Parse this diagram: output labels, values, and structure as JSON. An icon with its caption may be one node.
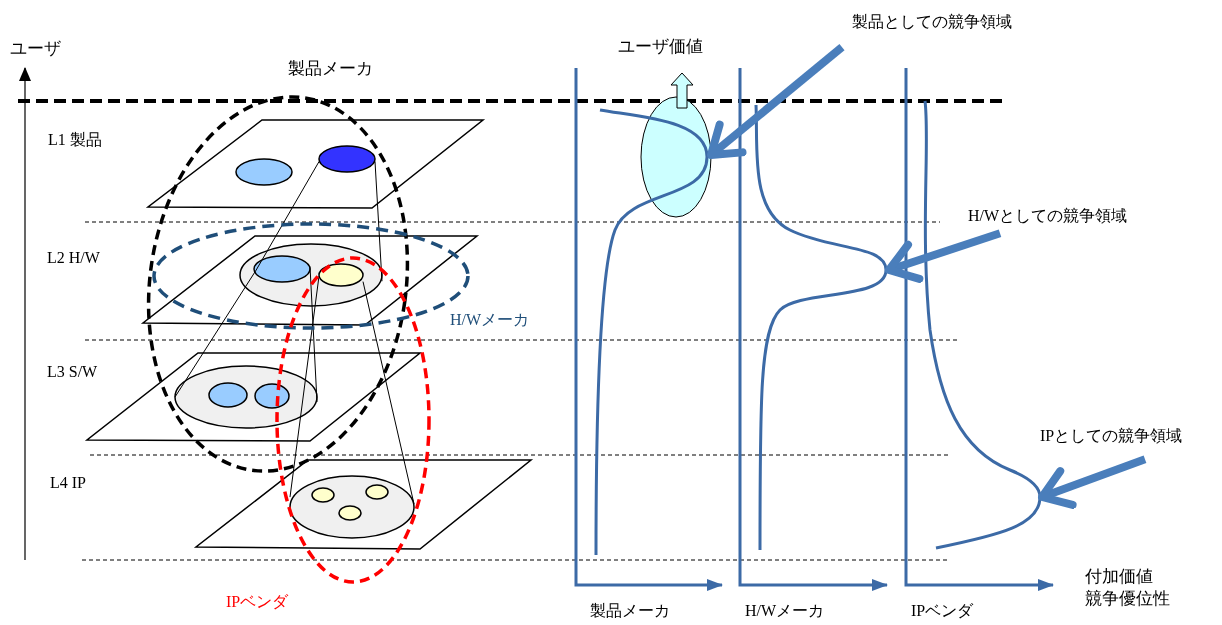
{
  "diagram": {
    "nodes": [
      {
        "text": [
          "製品としての競争領域"
        ]
      },
      {
        "text": [],
        "shape": "ellipse"
      },
      {
        "text": [],
        "shape": "ellipse"
      },
      {
        "text": [],
        "shape": "ellipse"
      },
      {
        "text": [],
        "shape": "ellipse"
      },
      {
        "text": [],
        "shape": "ellipse",
        "in": 4
      },
      {
        "text": [],
        "shape": "ellipse",
        "in": 4
      },
      {
        "text": [
          "H/Wとしての競争領域"
        ]
      },
      {
        "text": [],
        "shape": "curve"
      },
      {
        "text": [],
        "shape": "ellipse"
      },
      {
        "text": [],
        "shape": "ellipse",
        "in": 9
      },
      {
        "text": [],
        "shape": "ellipse",
        "in": 9
      },
      {
        "text": [
          "IPとしての競争領域"
        ]
      },
      {
        "text": [],
        "shape": "curve"
      },
      {
        "text": [],
        "shape": "ellipse"
      },
      {
        "text": [],
        "shape": "ellipse",
        "in": 14
      },
      {
        "text": [],
        "shape": "ellipse",
        "in": 14
      },
      {
        "text": [],
        "shape": "ellipse",
        "in": 14
      }
    ],
    "edges": [
      {
        "from": 0,
        "to": 3,
        "arrow": "to",
        "style": "thick",
        "color": "#4a7ebb"
      },
      {
        "from": 7,
        "to": 8,
        "arrow": "to",
        "style": "thick",
        "color": "#4a7ebb"
      },
      {
        "from": 12,
        "to": 13,
        "arrow": "to",
        "style": "thick",
        "color": "#4a7ebb"
      },
      {
        "from": 2,
        "to": 5,
        "arrow": "none"
      },
      {
        "from": 2,
        "to": 4,
        "arrow": "none"
      },
      {
        "from": 5,
        "to": 9,
        "arrow": "none"
      },
      {
        "from": 5,
        "to": 9,
        "arrow": "none"
      },
      {
        "from": 6,
        "to": 14,
        "arrow": "none"
      },
      {
        "from": 6,
        "to": 14,
        "arrow": "none"
      }
    ],
    "labels": [
      "ユーザ",
      "製品メーカ",
      "ユーザ価値",
      "L1 製品",
      "L2 H/W",
      "H/Wメーカ",
      "L3 S/W",
      "L4 IP",
      "IPベンダ",
      "付加価値",
      "競争優位性",
      "製品メーカ",
      "H/Wメーカ",
      "IPベンダ"
    ]
  }
}
